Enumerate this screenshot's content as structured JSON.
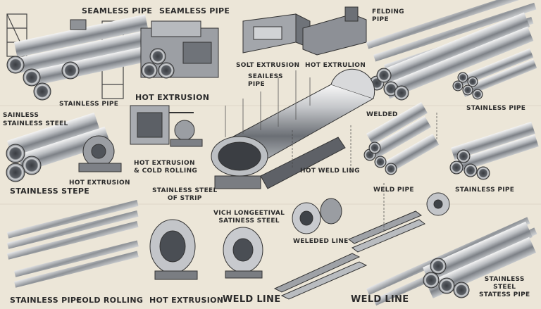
{
  "labels": {
    "seamless_pipe_a": "SEAMLESS PIPE",
    "seamless_pipe_b": "SEAMLESS PIPE",
    "felding_pipe": "FELDING\nPIPE",
    "solt_extrusion": "SOLT EXTRUSION",
    "hot_extrulion": "HOT EXTRULION",
    "seamless_pipe_c": "SEAILESS\nPIPE",
    "hot_extrusion_top": "HOT EXTRUSION",
    "stainless_pipe_left": "STAINLESS PIPE",
    "sainless_steel": "SAINLESS\nSTAINLESS STEEL",
    "stainless_pipe_right": "STAINLESS PIPE",
    "welded": "WELDED",
    "hot_ext_cold_rolling": "HOT EXTRUSION\n& COLD ROLLING",
    "hot_weld_ling": "HOT WELD LING",
    "stainless_stepe": "STAINLESS STEPE",
    "hot_extrusion_mid": "HOT EXTRUSION",
    "stainless_steel_strip": "STAINLESS STEEL\nOF STRIP",
    "weld_pipe": "WELD PIPE",
    "stainless_pipe_mid_right": "STAINLESS PIPE",
    "vich_longeetival": "VICH LONGEETIVAL\nSATINESS STEEL",
    "weleded_line": "WELEDED LINE",
    "stainless_pipe_bottom": "STAINLESS PIPE",
    "cold_rolling": "COLD ROLLING",
    "hot_extrusion_bottom": "HOT EXTRUSION",
    "weld_line_a": "WELD LINE",
    "weld_line_b": "WELD LINE",
    "stainless_steel_bottom": "STAINLESS\nSTEEL\nSTATESS PIPE"
  }
}
